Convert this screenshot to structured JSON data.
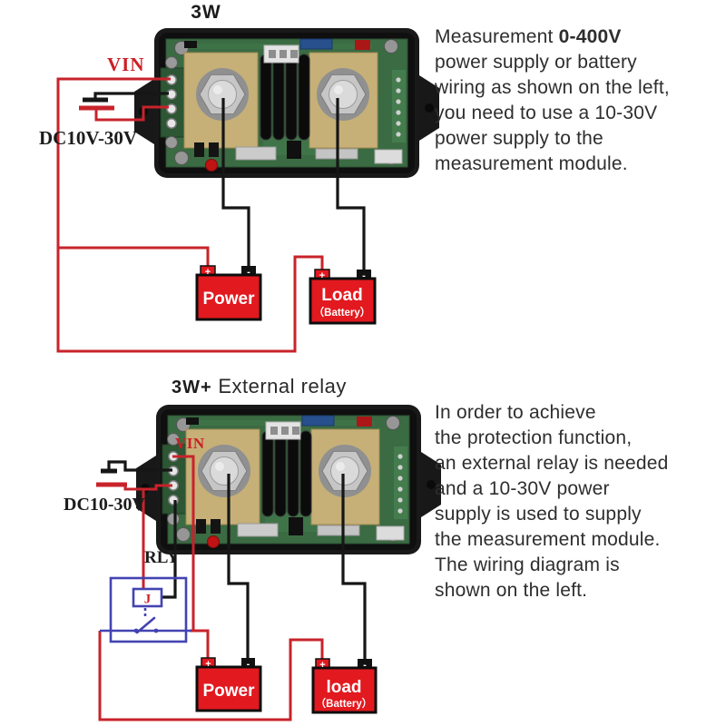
{
  "colors": {
    "wire_red": "#c8232b",
    "wire_black": "#161616",
    "box_red": "#e2191f",
    "relay_blue": "#4343b2",
    "label_red": "#cc1f26",
    "body_text": "#2e2e2e"
  },
  "signs": {
    "plus": "+",
    "minus": "-"
  },
  "top_diagram": {
    "title": "3W",
    "vin_label": "VIN",
    "supply_label": "DC10V-30V",
    "power_label": "Power",
    "load_label": "Load",
    "load_sublabel": "（Battery）",
    "description": {
      "line1_normal": "Measurement ",
      "line1_bold": "0-400V",
      "lines": [
        "power supply or battery",
        "wiring as shown on the left,",
        "you need to use a 10-30V",
        "power supply to the",
        "measurement module."
      ]
    }
  },
  "bottom_diagram": {
    "title_bold": "3W+",
    "title_rest": "External relay",
    "vin_label": "VIN",
    "supply_label": "DC10-30V",
    "relay_label": "RLY",
    "relay_coil_label": "J",
    "power_label": "Power",
    "load_label": "load",
    "load_sublabel": "（Battery）",
    "description": {
      "lines": [
        "In order to achieve",
        "the protection function,",
        "an external relay is needed",
        "and a 10-30V power",
        "supply is used to supply",
        "the measurement module.",
        "The wiring diagram is",
        "shown on the left."
      ]
    }
  }
}
